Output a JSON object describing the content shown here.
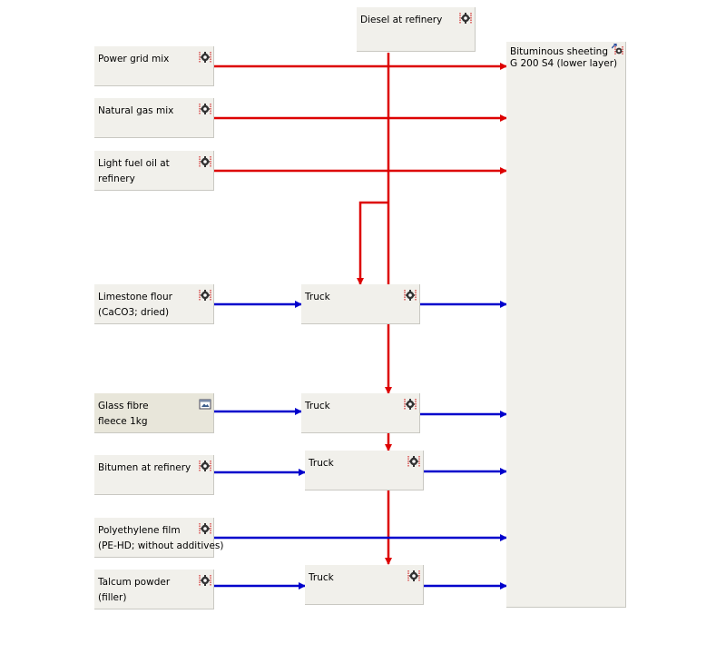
{
  "diagram": {
    "colors": {
      "energy_flow": "#dd0000",
      "material_flow": "#0000cc",
      "box_fill": "#f1f0eb"
    },
    "nodes": {
      "diesel": {
        "label": "Diesel at refinery",
        "icon": "process-icon"
      },
      "power": {
        "label": "Power grid mix",
        "icon": "process-icon"
      },
      "natgas": {
        "label": "Natural gas mix",
        "icon": "process-icon"
      },
      "lightfuel": {
        "label1": "Light fuel oil at",
        "label2": "refinery",
        "icon": "process-icon"
      },
      "limestone": {
        "label1": "Limestone flour",
        "label2": "(CaCO3; dried)",
        "icon": "process-icon"
      },
      "glassfibre": {
        "label1": "Glass fibre",
        "label2": "fleece 1kg",
        "icon": "plan-icon"
      },
      "bitumen": {
        "label": "Bitumen at refinery",
        "icon": "process-icon"
      },
      "polyethylene": {
        "label1": "Polyethylene film",
        "label2": "(PE-HD; without additives)",
        "icon": "process-icon"
      },
      "talcum": {
        "label1": "Talcum powder",
        "label2": "(filler)",
        "icon": "process-icon"
      },
      "truck1": {
        "label": "Truck",
        "icon": "process-icon"
      },
      "truck2": {
        "label": "Truck",
        "icon": "process-icon"
      },
      "truck3": {
        "label": "Truck",
        "icon": "process-icon"
      },
      "truck4": {
        "label": "Truck",
        "icon": "process-icon"
      },
      "sheeting": {
        "label1": "Bituminous sheeting",
        "label2": "G 200 S4 (lower layer)",
        "icon": "output-process-icon"
      }
    }
  }
}
